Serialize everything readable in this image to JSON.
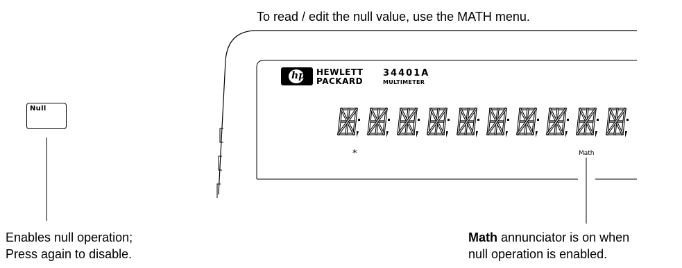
{
  "top_caption": "To read / edit the null value, use the MATH menu.",
  "key": {
    "label": "Null"
  },
  "panel": {
    "brand_line1": "HEWLETT",
    "brand_line2": "PACKARD",
    "logo_glyph": "hp",
    "model": "34401A",
    "model_sub": "MULTIMETER",
    "star_annunciator": "*",
    "math_annunciator": "Math",
    "digit_count": 10
  },
  "left_caption": {
    "line1": "Enables null operation;",
    "line2": "Press again to disable."
  },
  "right_caption": {
    "bold": "Math",
    "line1_rest": " annunciator is on when",
    "line2": "null operation is enabled."
  }
}
